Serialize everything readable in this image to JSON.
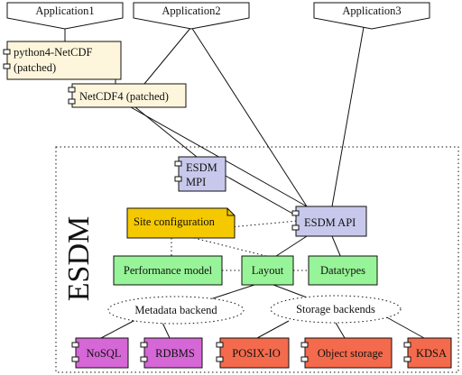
{
  "applications": [
    "Application1",
    "Application2",
    "Application3"
  ],
  "netcdf_python": {
    "line1": "python4-NetCDF",
    "line2": "(patched)"
  },
  "netcdf4": "NetCDF4 (patched)",
  "esdm_label": "ESDM",
  "esdm_mpi": {
    "line1": "ESDM",
    "line2": "MPI"
  },
  "esdm_api": "ESDM API",
  "site_configuration": "Site configuration",
  "performance_model": "Performance model",
  "layout": "Layout",
  "datatypes": "Datatypes",
  "metadata_backend": "Metadata backend",
  "storage_backends": "Storage backends",
  "backends": {
    "nosql": "NoSQL",
    "rdbms": "RDBMS",
    "posix_io": "POSIX-IO",
    "object_storage": "Object storage",
    "kdsa": "KDSA"
  },
  "colors": {
    "app_fill": "#ffffff",
    "netcdf_fill": "#fdf6dc",
    "mpi_fill": "#c8c8ec",
    "site_config_fill": "#f5c900",
    "green_fill": "#98f498",
    "purple_fill": "#d667d6",
    "red_fill": "#f46a4c",
    "stroke": "#111111"
  }
}
